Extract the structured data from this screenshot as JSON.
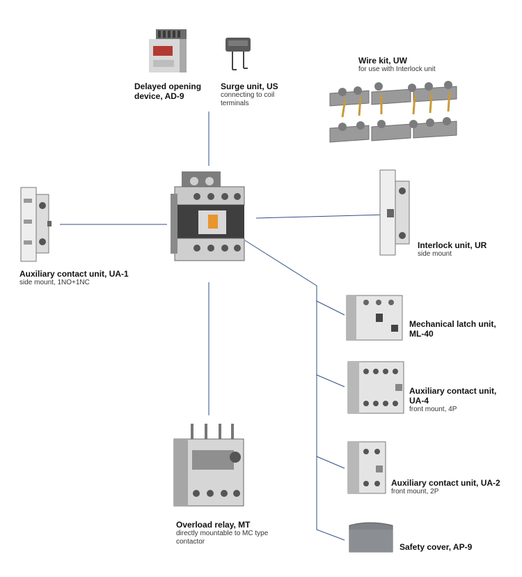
{
  "accent": "#2f4f86",
  "labels": {
    "ad9": {
      "title_line1": "Delayed opening",
      "title_line2": "device, AD-9"
    },
    "us": {
      "title": "Surge unit, US",
      "sub_line1": "connecting to coil",
      "sub_line2": "terminals"
    },
    "uw": {
      "title": "Wire kit, UW",
      "sub": "for use with Interlock unit"
    },
    "ua1": {
      "title": "Auxiliary contact unit, UA-1",
      "sub": "side mount, 1NO+1NC"
    },
    "ur": {
      "title": "Interlock unit, UR",
      "sub": "side mount"
    },
    "ml40": {
      "title_line1": "Mechanical latch unit,",
      "title_line2": "ML-40"
    },
    "ua4": {
      "title_line1": "Auxiliary contact unit,",
      "title_line2": "UA-4",
      "sub": "front mount, 4P"
    },
    "ua2": {
      "title": "Auxiliary contact unit, UA-2",
      "sub": "front mount, 2P"
    },
    "mt": {
      "title": "Overload relay, MT",
      "sub_line1": "directly mountable to MC type",
      "sub_line2": "contactor"
    },
    "ap9": {
      "title": "Safety cover, AP-9"
    }
  }
}
